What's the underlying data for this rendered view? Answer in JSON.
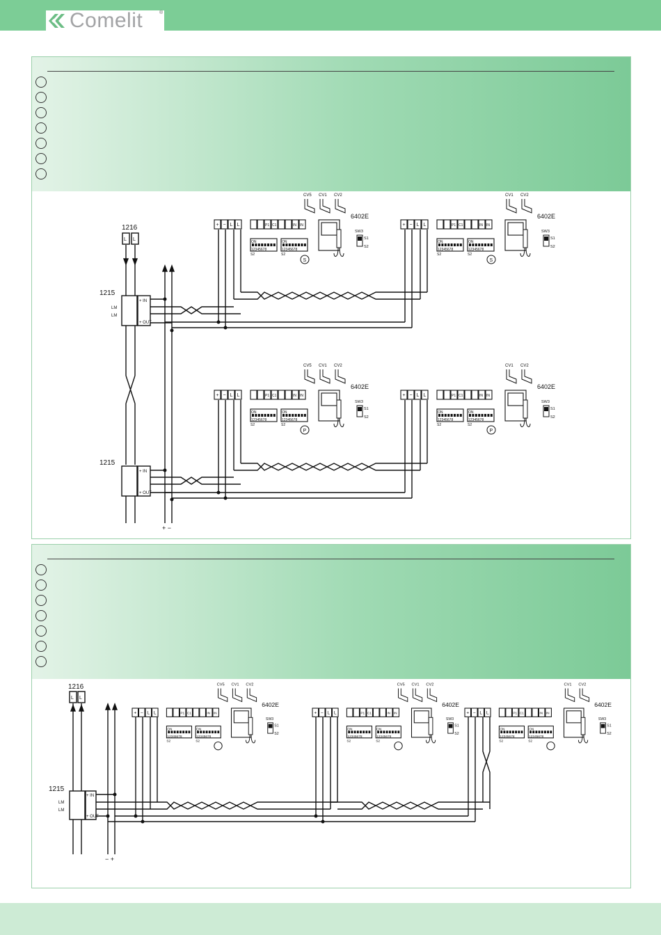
{
  "brand": {
    "name": "Comelit",
    "registered": "®"
  },
  "diagram1": {
    "left_column": {
      "splitter_code": "1216",
      "bus_code": "1215",
      "bus_code_lower": "1215",
      "power_label": "+ −"
    },
    "monitors": [
      {
        "code": "6402E",
        "cv_labels": [
          "CV5",
          "CV1",
          "CV2"
        ],
        "sw3": "SW3",
        "s1": "S1",
        "s2": "S2",
        "circle": "S"
      },
      {
        "code": "6402E",
        "cv_labels": [
          "CV1",
          "CV2"
        ],
        "sw3": "SW3",
        "s1": "S1",
        "s2": "S2",
        "circle": "S"
      },
      {
        "code": "6402E",
        "cv_labels": [
          "CV5",
          "CV1",
          "CV2"
        ],
        "sw3": "SW3",
        "s1": "S1",
        "s2": "S2",
        "circle": "P"
      },
      {
        "code": "6402E",
        "cv_labels": [
          "CV1",
          "CV2"
        ],
        "sw3": "SW3",
        "s1": "S1",
        "s2": "S2",
        "circle": "P"
      }
    ]
  },
  "diagram2": {
    "left_column": {
      "splitter_code": "1216",
      "bus_code": "1215",
      "power_label": "− +"
    },
    "monitors": [
      {
        "code": "6402E",
        "cv_labels": [
          "CV5",
          "CV1",
          "CV2"
        ],
        "sw3": "SW3",
        "s1": "S1",
        "s2": "S2"
      },
      {
        "code": "6402E",
        "cv_labels": [
          "CV5",
          "CV1",
          "CV2"
        ],
        "sw3": "SW3",
        "s1": "S1",
        "s2": "S2"
      },
      {
        "code": "6402E",
        "cv_labels": [
          "CV1",
          "CV2"
        ],
        "sw3": "SW3",
        "s1": "S1",
        "s2": "S2"
      }
    ]
  },
  "terminal_labels": {
    "power": [
      "+",
      "−"
    ],
    "line": [
      "L",
      "L"
    ],
    "dip_on": "ON",
    "dip_digits": "12345678",
    "dip_name": "S2",
    "extra": [
      "P1",
      "C1"
    ],
    "in": [
      "IN",
      "IN"
    ],
    "bus_in": "+ IN",
    "bus_out": "+ OUT",
    "lm": "LM"
  },
  "colors": {
    "header_green": "#7ccd96",
    "panel_gradient_start": "#e3f3e7",
    "panel_gradient_end": "#7cca97",
    "footer_green": "#cdebd5"
  }
}
